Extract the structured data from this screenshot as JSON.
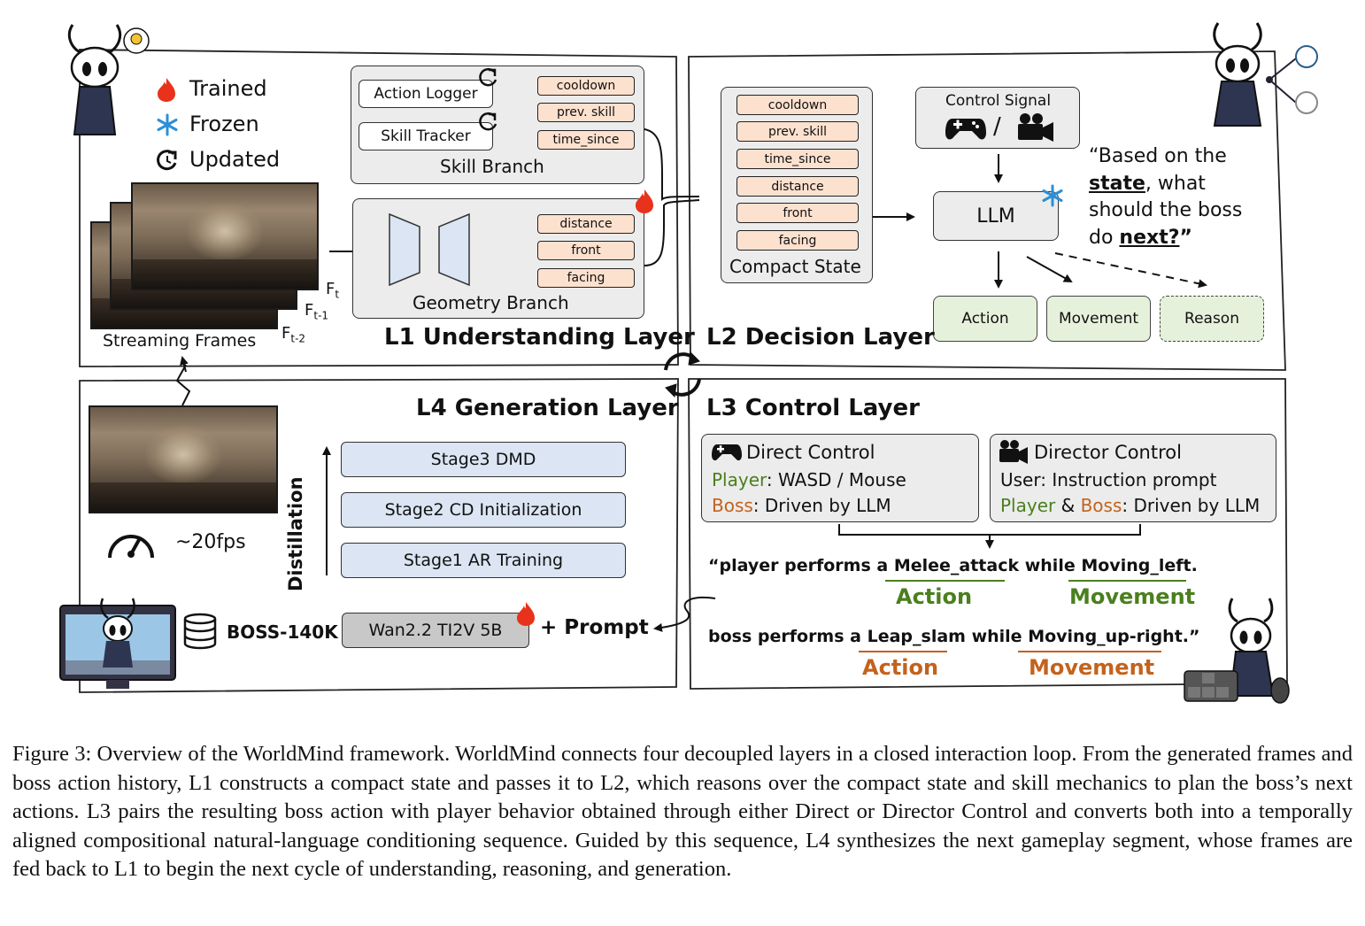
{
  "legend": {
    "trained": "Trained",
    "frozen": "Frozen",
    "updated": "Updated"
  },
  "l1": {
    "title": "L1 Understanding Layer",
    "action_logger": "Action Logger",
    "skill_tracker": "Skill Tracker",
    "skill_branch": "Skill Branch",
    "skill_features": [
      "cooldown",
      "prev. skill",
      "time_since"
    ],
    "geometry_branch": "Geometry Branch",
    "geometry_features": [
      "distance",
      "front",
      "facing"
    ],
    "streaming_frames": "Streaming Frames",
    "frame_labels": {
      "ft": "F",
      "ft_sub": "t",
      "ft1": "F",
      "ft1_sub": "t-1",
      "ft2": "F",
      "ft2_sub": "t-2"
    }
  },
  "l2": {
    "title": "L2 Decision Layer",
    "compact_features": [
      "cooldown",
      "prev. skill",
      "time_since",
      "distance",
      "front",
      "facing"
    ],
    "compact_state": "Compact State",
    "control_signal": "Control Signal",
    "slash": "/",
    "llm": "LLM",
    "quote": {
      "l1": "“Based on the",
      "l2_b": "state",
      "l2_r": ", what",
      "l3": "should the boss",
      "l4_a": "do ",
      "l4_b": "next?",
      "l4_c": "”"
    },
    "outputs": [
      "Action",
      "Movement",
      "Reason"
    ]
  },
  "l3": {
    "title": "L3 Control Layer",
    "direct": {
      "title": "Direct Control",
      "row1_label": "Player",
      "row1_value": ":  WASD / Mouse",
      "row2_label": "Boss",
      "row2_value": ":  Driven by LLM"
    },
    "director": {
      "title": "Director Control",
      "row1_label": "User",
      "row1_value": ":  Instruction prompt",
      "row2_label_a": "Player",
      "row2_amp": " & ",
      "row2_label_b": "Boss",
      "row2_value": ":  Driven by LLM"
    },
    "sentence1": {
      "a": "“player performs a ",
      "action": "Melee_attack",
      "b": " while ",
      "move": "Moving_left",
      "c": "."
    },
    "sentence2": {
      "a": "boss performs a ",
      "action": "Leap_slam",
      "b": " while ",
      "move": "Moving_up-right",
      "c": ".”"
    },
    "tag_action": "Action",
    "tag_movement": "Movement"
  },
  "l4": {
    "title": "L4 Generation Layer",
    "stages": [
      "Stage3  DMD",
      "Stage2 CD Initialization",
      "Stage1 AR Training"
    ],
    "distillation": "Distillation",
    "fps": "~20fps",
    "dataset": "BOSS-140K",
    "model": "Wan2.2 TI2V 5B",
    "prompt": "+ Prompt"
  },
  "caption": "Figure 3: Overview of the WorldMind framework. WorldMind connects four decoupled layers in a closed interaction loop. From the generated frames and boss action history, L1 constructs a compact state and passes it to L2, which reasons over the compact state and skill mechanics to plan the boss’s next actions. L3 pairs the resulting boss action with player behavior obtained through either Direct or Director Control and converts both into a temporally aligned compositional natural-language conditioning sequence. Guided by this sequence, L4 synthesizes the next gameplay segment, whose frames are fed back to L1 to begin the next cycle of understanding, reasoning, and generation.",
  "colors": {
    "trained": "#e8321c",
    "frozen": "#2a8fd6",
    "green": "#4a7f1e",
    "orange": "#c4621c",
    "feature": "#fde1cf",
    "stage": "#dbe5f3",
    "output": "#e6f1db"
  },
  "icons": [
    "fire-icon",
    "snowflake-icon",
    "update-icon",
    "gamepad-icon",
    "camera-icon",
    "speedometer-icon",
    "database-icon",
    "knight-mascot-icon",
    "monitor-icon",
    "keyboard-icon",
    "cycle-arrows-icon"
  ]
}
